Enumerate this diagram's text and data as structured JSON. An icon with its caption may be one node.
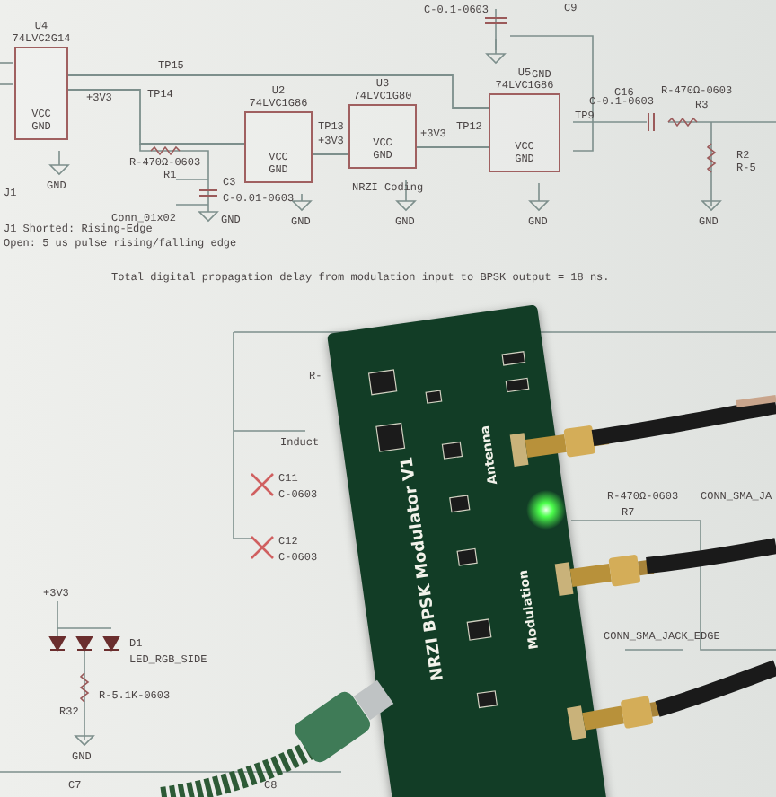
{
  "diagram": {
    "nodes": [
      {
        "text": [
          "U4",
          "74LVC2G14",
          "VCC GND"
        ]
      },
      {
        "text": [
          "U2",
          "74LVC1G86",
          "VCC GND"
        ]
      },
      {
        "text": [
          "U3",
          "74LVC1G80",
          "VCC GND"
        ],
        "beside": [
          "NRZI Coding"
        ]
      },
      {
        "text": [
          "U5",
          "74LVC1G86",
          "VCC GND"
        ]
      },
      {
        "text": [
          "NRZI BPSK Modulator V1",
          "Antenna",
          "Modulation"
        ]
      }
    ],
    "edges": [
      {
        "from": 0,
        "to": 1,
        "arrow": "none"
      },
      {
        "from": 1,
        "to": 2,
        "arrow": "none"
      },
      {
        "from": 2,
        "to": 3,
        "arrow": "none"
      },
      {
        "from": 0,
        "to": 3,
        "arrow": "none"
      }
    ],
    "labels": [
      "TP15",
      "TP14",
      "+3V3",
      "GND",
      "R-470Ω-0603",
      "R1",
      "J1",
      "Conn_01x02",
      "C3",
      "C-0.01-0603",
      "GND",
      "GND",
      "J1 Shorted: Rising-Edge",
      "Open: 5 us pulse rising/falling edge",
      "TP13",
      "+3V3",
      "GND",
      "+3V3",
      "TP12",
      "GND",
      "C-0.1-0603",
      "C9",
      "GND",
      "TP9",
      "C16",
      "C-0.1-0603",
      "R-470Ω-0603",
      "R3",
      "R2",
      "R-5",
      "GND",
      "Total digital propagation delay from modulation input to BPSK output = 18 ns.",
      "R-",
      "Induct",
      "C11",
      "C-0603",
      "C12",
      "C-0603",
      "R-470Ω-0603",
      "R7",
      "CONN_SMA_JA",
      "CONN_SMA_JACK_EDGE",
      "+3V3",
      "D1",
      "LED_RGB_SIDE",
      "R-5.1K-0603",
      "R32",
      "GND",
      "C7",
      "C8"
    ]
  }
}
